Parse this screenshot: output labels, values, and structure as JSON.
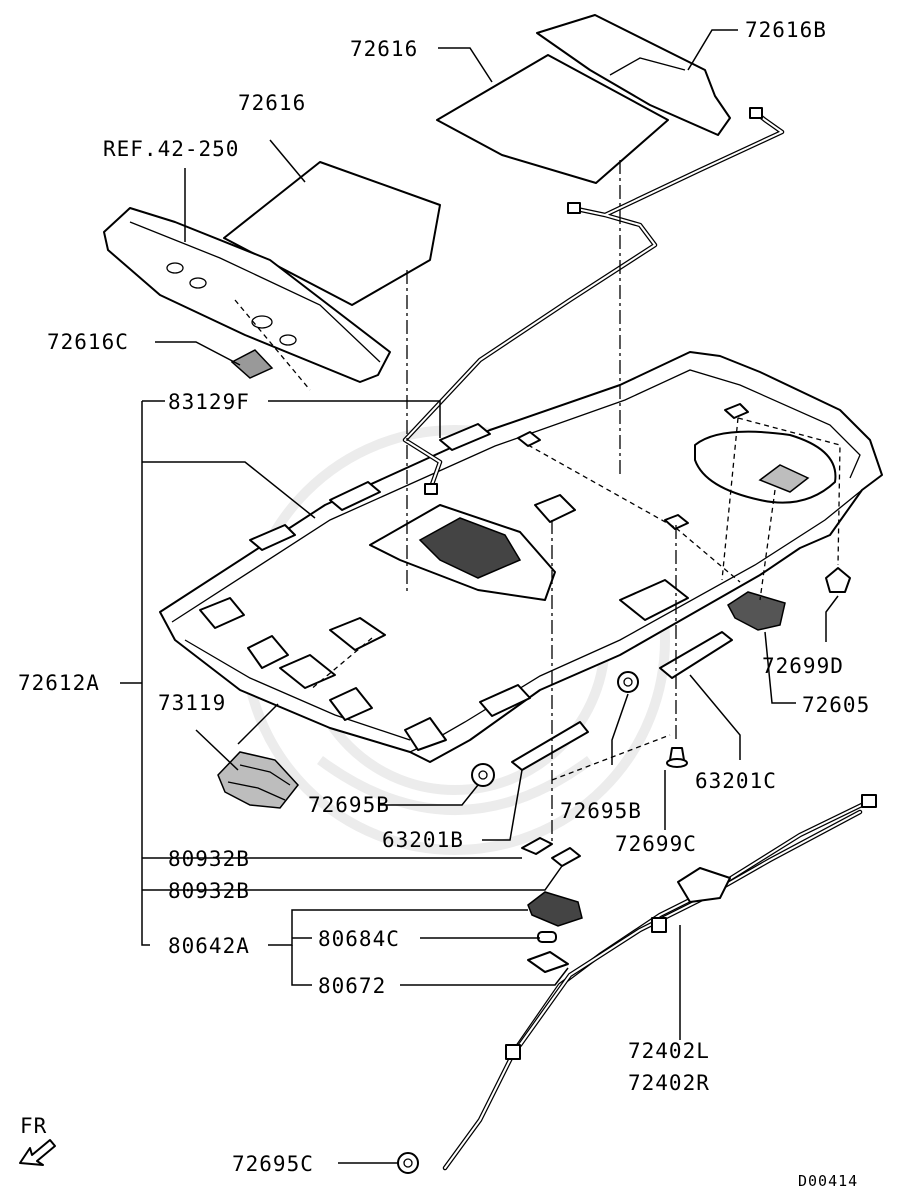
{
  "parts": {
    "p72616_top": "72616",
    "p72616B": "72616B",
    "p72616_left": "72616",
    "ref": "REF.42-250",
    "p72616C": "72616C",
    "p83129F": "83129F",
    "p72612A": "72612A",
    "p73119": "73119",
    "p72699D": "72699D",
    "p72605": "72605",
    "p72695B_left": "72695B",
    "p63201C": "63201C",
    "p63201B": "63201B",
    "p72695B_right": "72695B",
    "p72699C": "72699C",
    "p80932B_a": "80932B",
    "p80932B_b": "80932B",
    "p80684C": "80684C",
    "p80642A": "80642A",
    "p80672": "80672",
    "p72402L": "72402L",
    "p72402R": "72402R",
    "p72695C": "72695C"
  },
  "front_marker": "FR",
  "diagram_code": "D00414"
}
